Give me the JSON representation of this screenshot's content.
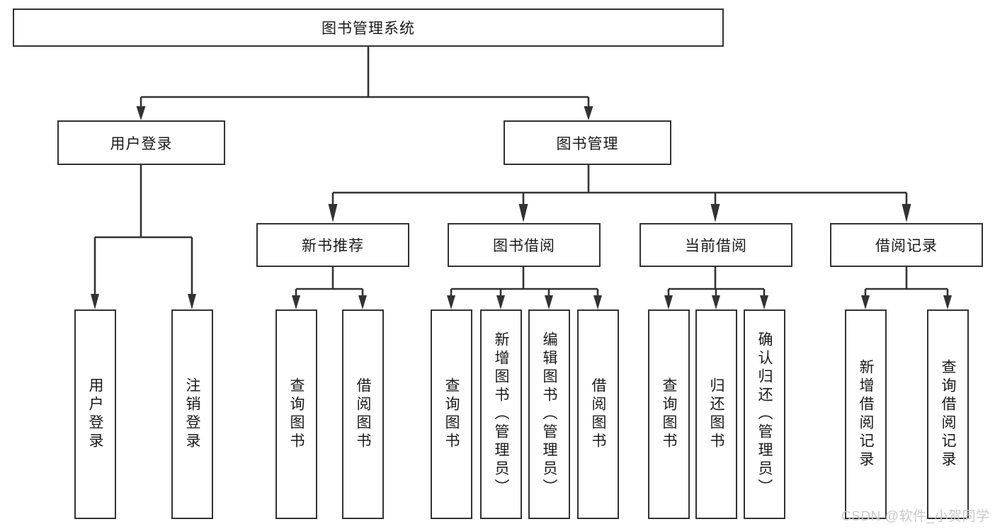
{
  "diagram": {
    "title": "图书管理系统",
    "type": "hierarchy-tree",
    "root": {
      "label": "图书管理系统"
    },
    "level2": [
      {
        "label": "用户登录"
      },
      {
        "label": "图书管理"
      }
    ],
    "level3": [
      {
        "label": "新书推荐"
      },
      {
        "label": "图书借阅"
      },
      {
        "label": "当前借阅"
      },
      {
        "label": "借阅记录"
      }
    ],
    "leaves": {
      "user_login": [
        {
          "label": "用户登录"
        },
        {
          "label": "注销登录"
        }
      ],
      "new_book_recommend": [
        {
          "label": "查询图书"
        },
        {
          "label": "借阅图书"
        }
      ],
      "book_borrow": [
        {
          "label": "查询图书"
        },
        {
          "label": "新增图书（管理员）"
        },
        {
          "label": "编辑图书（管理员）"
        },
        {
          "label": "借阅图书"
        }
      ],
      "current_borrow": [
        {
          "label": "查询图书"
        },
        {
          "label": "归还图书"
        },
        {
          "label": "确认归还（管理员）"
        }
      ],
      "borrow_record": [
        {
          "label": "新增借阅记录"
        },
        {
          "label": "查询借阅记录"
        }
      ]
    }
  },
  "watermark": {
    "text": "CSDN @软件_小贺同学"
  },
  "colors": {
    "stroke": "#333333",
    "background": "#ffffff",
    "text": "#1a1a1a",
    "watermark": "#c9c9c9"
  }
}
